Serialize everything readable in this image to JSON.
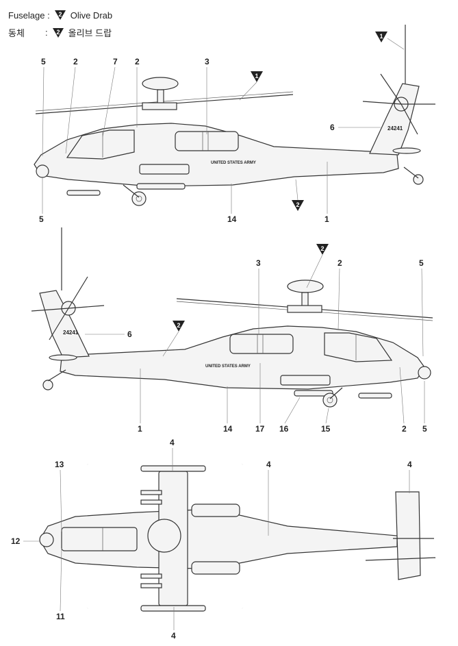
{
  "legend": {
    "line1_label": "Fuselage :",
    "line1_color_num": "2",
    "line1_color_name": "Olive Drab",
    "line2_label": "동체",
    "line2_sep": ":",
    "line2_color_num": "2",
    "line2_color_name": "올리브 드랍"
  },
  "decals": {
    "army_text": "UNITED STATES ARMY",
    "serial": "24241"
  },
  "views": {
    "left_side": {
      "markers": [
        "1",
        "2"
      ],
      "callouts": [
        "5",
        "2",
        "7",
        "2",
        "3",
        "6",
        "5",
        "14",
        "1"
      ]
    },
    "right_side": {
      "markers": [
        "2",
        "2"
      ],
      "callouts": [
        "3",
        "2",
        "5",
        "6",
        "1",
        "14",
        "17",
        "16",
        "15",
        "2",
        "5"
      ]
    },
    "top": {
      "callouts": [
        "13",
        "4",
        "4",
        "4",
        "12",
        "11",
        "4"
      ]
    }
  },
  "colors": {
    "line": "#333333",
    "marker_fill": "#222222",
    "fill": "#f4f4f4"
  }
}
